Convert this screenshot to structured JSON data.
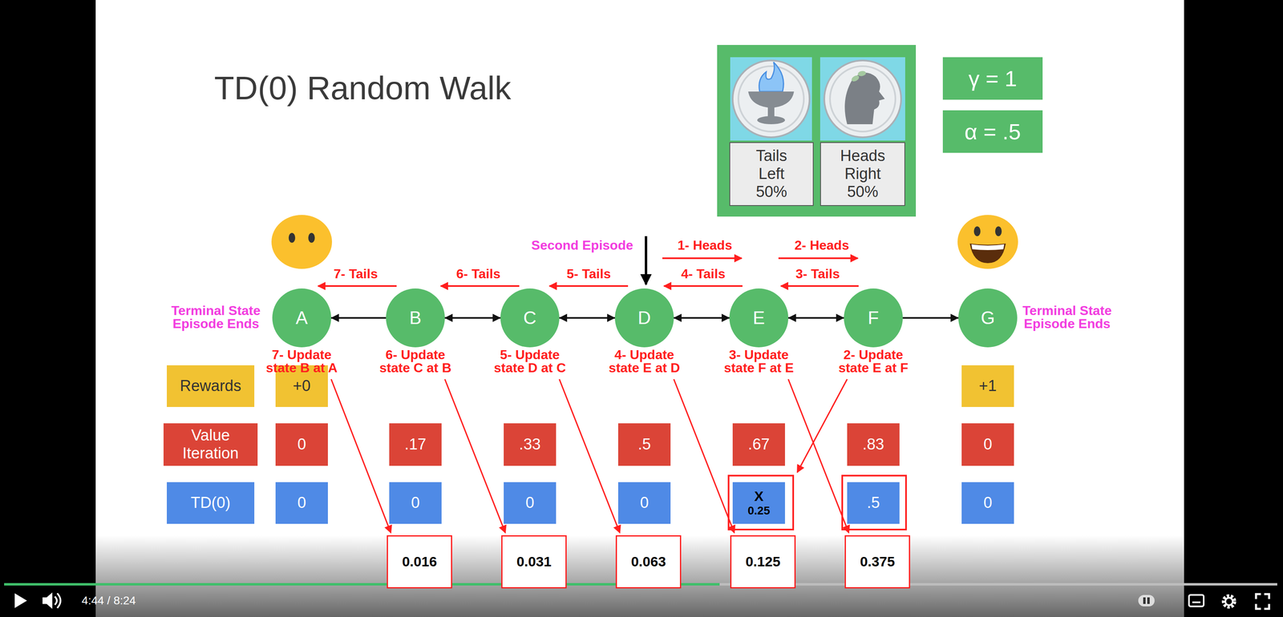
{
  "diagram": {
    "title": "TD(0) Random Walk",
    "nodes": [
      {
        "text": [
          "γ = 1"
        ]
      },
      {
        "text": [
          "α = .5"
        ]
      },
      {
        "text": [
          "Tails Left 50%"
        ]
      },
      {
        "text": [
          "Heads Right 50%"
        ]
      },
      {
        "text": [
          "A"
        ]
      },
      {
        "text": [
          "B"
        ]
      },
      {
        "text": [
          "C"
        ]
      },
      {
        "text": [
          "D"
        ]
      },
      {
        "text": [
          "E"
        ]
      },
      {
        "text": [
          "F"
        ]
      },
      {
        "text": [
          "G"
        ]
      },
      {
        "text": [
          "Rewards"
        ]
      },
      {
        "text": [
          "+0"
        ]
      },
      {
        "text": [
          "+1"
        ]
      },
      {
        "text": [
          "Value Iteration"
        ]
      },
      {
        "text": [
          "0"
        ]
      },
      {
        "text": [
          ".17"
        ]
      },
      {
        "text": [
          ".33"
        ]
      },
      {
        "text": [
          ".5"
        ]
      },
      {
        "text": [
          ".67"
        ]
      },
      {
        "text": [
          ".83"
        ]
      },
      {
        "text": [
          "0"
        ]
      },
      {
        "text": [
          "TD(0)"
        ]
      },
      {
        "text": [
          "0"
        ]
      },
      {
        "text": [
          "0"
        ]
      },
      {
        "text": [
          "0"
        ]
      },
      {
        "text": [
          "0"
        ]
      },
      {
        "text": [
          "X",
          "0.25"
        ]
      },
      {
        "text": [
          ".5"
        ]
      },
      {
        "text": [
          "0"
        ]
      },
      {
        "text": [
          "0.016"
        ]
      },
      {
        "text": [
          "0.031"
        ]
      },
      {
        "text": [
          "0.063"
        ]
      },
      {
        "text": [
          "0.125"
        ]
      },
      {
        "text": [
          "0.375"
        ]
      }
    ],
    "edges": [
      {
        "from": 5,
        "to": 4,
        "arrow": "to"
      },
      {
        "from": 5,
        "to": 6,
        "arrow": "both"
      },
      {
        "from": 6,
        "to": 7,
        "arrow": "both"
      },
      {
        "from": 7,
        "to": 8,
        "arrow": "both"
      },
      {
        "from": 8,
        "to": 9,
        "arrow": "both"
      },
      {
        "from": 9,
        "to": 10,
        "arrow": "to"
      }
    ],
    "labels": [
      "Second Episode",
      "1- Heads",
      "2- Heads",
      "7- Tails",
      "6- Tails",
      "5- Tails",
      "4- Tails",
      "3- Tails",
      "Terminal State Episode Ends",
      "Terminal State Episode Ends",
      "7- Update state B at A",
      "6- Update state C at B",
      "5- Update state D at C",
      "4- Update state E at D",
      "3- Update state F at E",
      "2- Update state E at F",
      "4:44 / 8:24"
    ]
  }
}
